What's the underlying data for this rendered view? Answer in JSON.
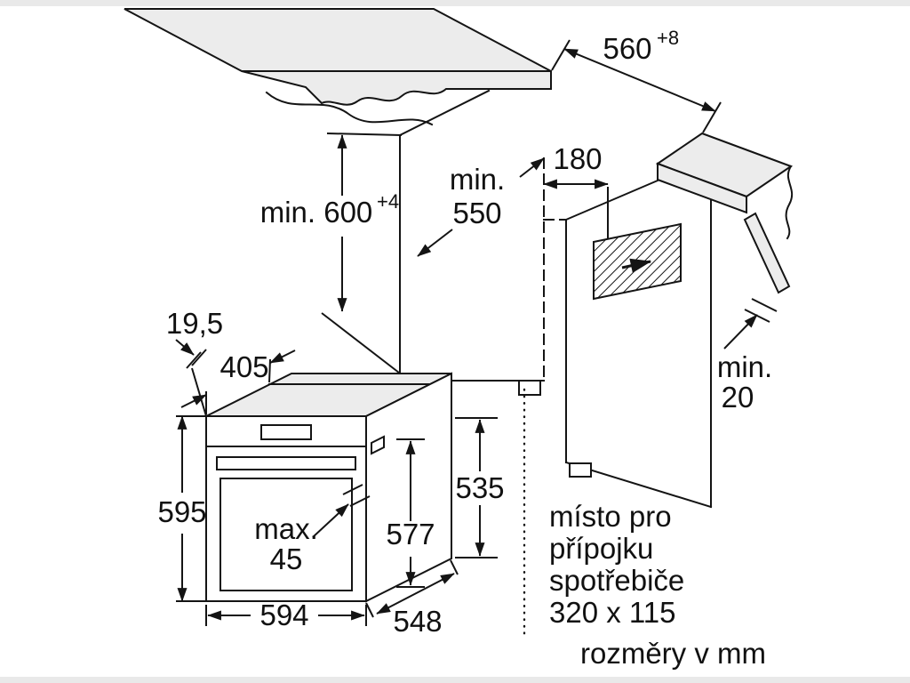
{
  "diagram": {
    "dims": {
      "niche_width": {
        "value": "560",
        "sup": "+8"
      },
      "niche_height": {
        "value": "min. 600",
        "sup": "+4"
      },
      "niche_depth": {
        "line1": "min.",
        "line2": "550"
      },
      "vent_offset": {
        "value": "180"
      },
      "rear_gap": {
        "line1": "min.",
        "line2": "20"
      },
      "front_overhang": {
        "value": "19,5"
      },
      "top_depth": {
        "value": "405"
      },
      "oven_height": {
        "value": "595"
      },
      "handle_clearance": {
        "line1": "max.",
        "line2": "45"
      },
      "cavity_height": {
        "value": "577"
      },
      "rear_height": {
        "value": "535"
      },
      "oven_width": {
        "value": "594"
      },
      "oven_depth": {
        "value": "548"
      }
    },
    "notes": {
      "connection_line1": "místo pro",
      "connection_line2": "přípojku",
      "connection_line3": "spotřebiče",
      "connection_line4": "320 x 115",
      "units": "rozměry v mm"
    }
  }
}
